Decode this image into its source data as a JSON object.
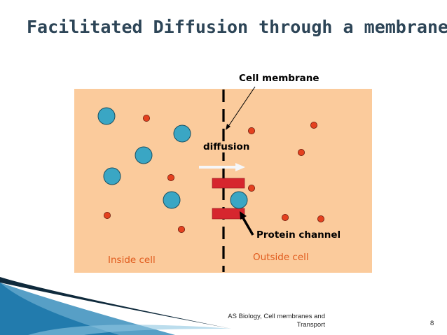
{
  "slide": {
    "title": "Facilitated Diffusion through a membrane",
    "page_number": "8"
  },
  "diagram": {
    "labels": {
      "membrane": "Cell membrane",
      "diffusion": "diffusion",
      "protein_channel": "Protein channel",
      "inside": "Inside cell",
      "outside": "Outside cell"
    }
  },
  "footer": {
    "line1": "AS Biology, Cell membranes and",
    "line2": "Transport"
  },
  "colors": {
    "cell_background": "#fbcb9c",
    "large_molecule": "#3aa6c4",
    "small_molecule": "#e4411f",
    "protein_channel": "#d6262e",
    "title": "#2d4557",
    "region_label": "#e05a1c"
  }
}
